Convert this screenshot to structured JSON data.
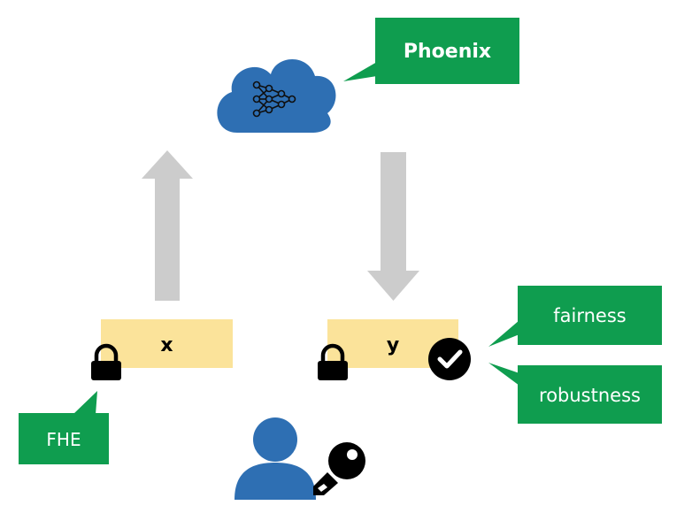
{
  "diagram": {
    "callouts": {
      "phoenix": "Phoenix",
      "fhe": "FHE",
      "fairness": "fairness",
      "robustness": "robustness"
    },
    "boxes": {
      "x": "x",
      "y": "y"
    },
    "colors": {
      "callout_green": "#0f9d4f",
      "cloud_blue": "#2e6fb3",
      "box_yellow": "#fbe39a",
      "arrow_gray": "#cccccc",
      "lock_black": "#000000",
      "user_blue": "#2e6fb3"
    },
    "icons": [
      "neural-network-cloud-icon",
      "lock-icon",
      "checkmark-icon",
      "user-icon",
      "key-icon"
    ]
  }
}
